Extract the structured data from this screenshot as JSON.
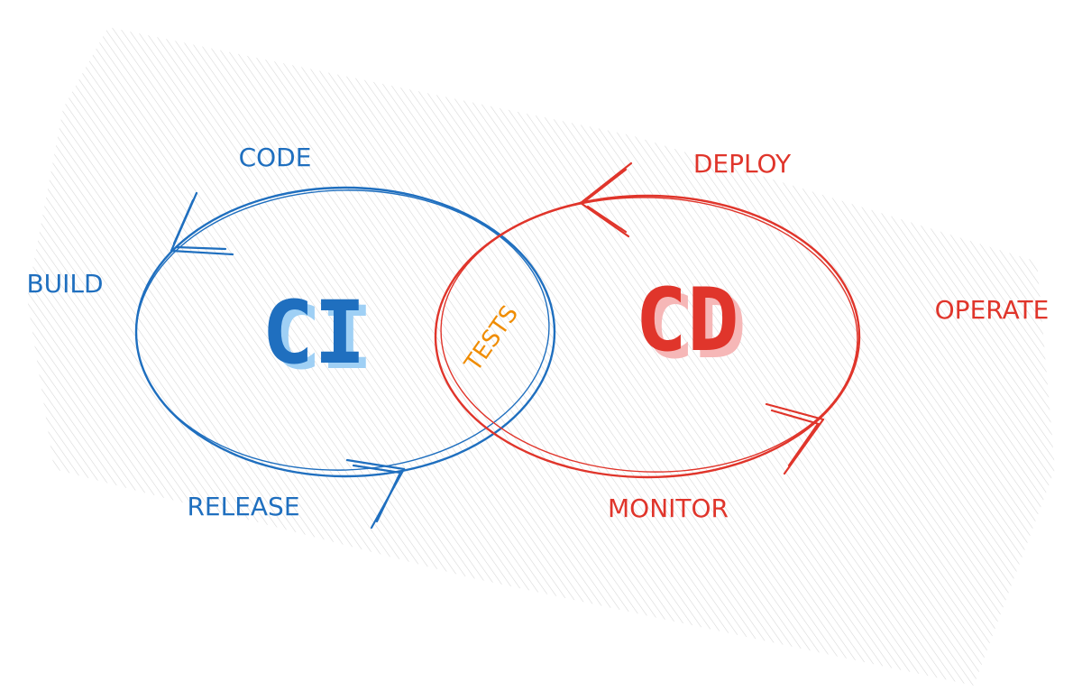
{
  "colors": {
    "ci": "#1f6fbf",
    "ci_shadow": "#9fd0f5",
    "cd": "#e0352b",
    "cd_shadow": "#f6b7b7",
    "tests": "#f08c00",
    "hatch": "#d4d4d4"
  },
  "ci_loop": {
    "title": "CI",
    "stages": {
      "code": "CODE",
      "build": "BUILD",
      "release": "RELEASE"
    }
  },
  "cd_loop": {
    "title": "CD",
    "stages": {
      "deploy": "DEPLOY",
      "operate": "OPERATE",
      "monitor": "MONITOR"
    }
  },
  "overlap": {
    "label": "TESTS"
  }
}
